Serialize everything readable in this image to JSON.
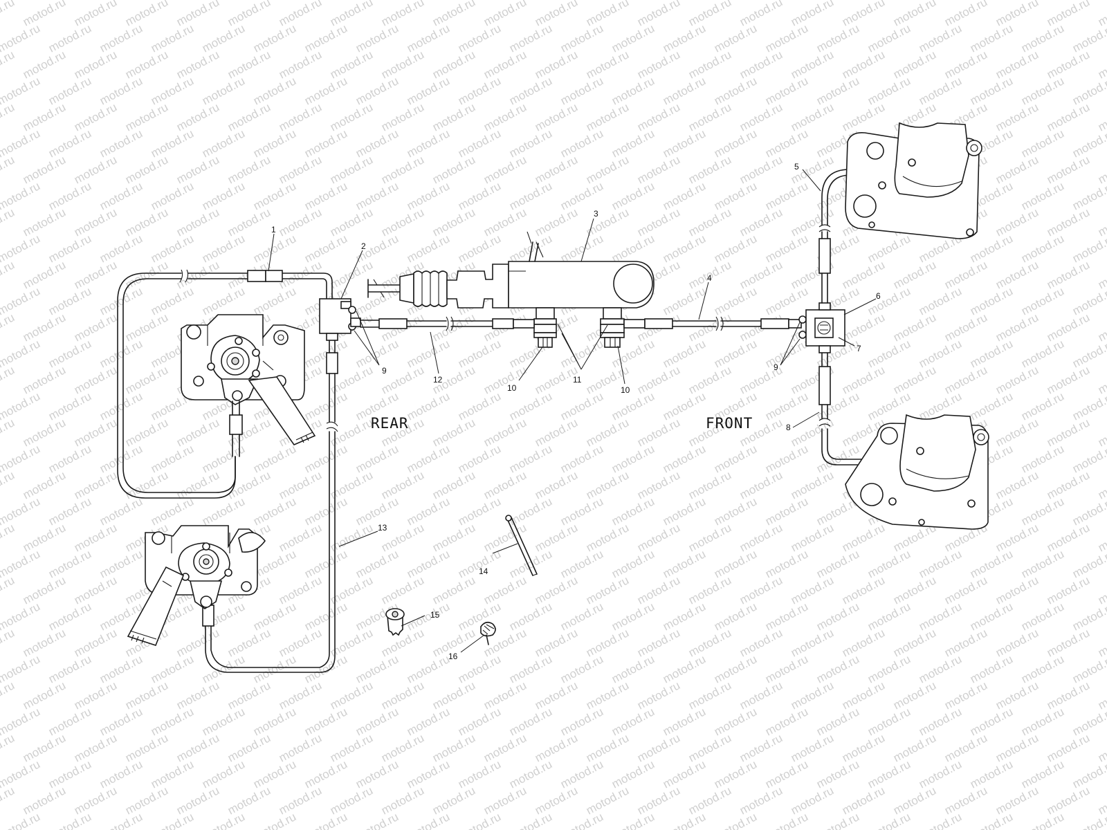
{
  "watermark": "motod.ru",
  "labels": {
    "rear": "REAR",
    "front": "FRONT"
  },
  "callouts": {
    "n1": "1",
    "n2": "2",
    "n3": "3",
    "n4": "4",
    "n5": "5",
    "n6": "6",
    "n7": "7",
    "n8": "8",
    "n9a": "9",
    "n9b": "9",
    "n10a": "10",
    "n10b": "10",
    "n11": "11",
    "n12": "12",
    "n13": "13",
    "n14": "14",
    "n15": "15",
    "n16": "16"
  },
  "colors": {
    "line": "#1a1a1a",
    "watermark": "#cfcfcf",
    "background": "#ffffff"
  }
}
